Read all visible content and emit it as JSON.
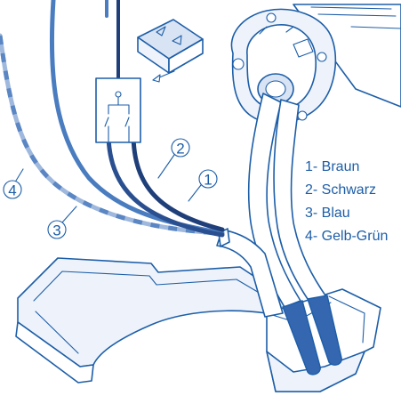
{
  "callouts": [
    "1",
    "2",
    "3",
    "4"
  ],
  "legend": [
    {
      "number": "1",
      "text": "1- Braun"
    },
    {
      "number": "2",
      "text": "2- Schwarz"
    },
    {
      "number": "3",
      "text": "3- Blau"
    },
    {
      "number": "4",
      "text": "4- Gelb-Grün"
    }
  ],
  "colors": {
    "ink": "#1d5ea8",
    "wire_blue": "#4a7cc0",
    "wire_brown_black": "#1f3f7a",
    "wire_yellow_green": "#9fb8dd",
    "connector_sleeve": "#3566b0",
    "background": "#ffffff"
  }
}
